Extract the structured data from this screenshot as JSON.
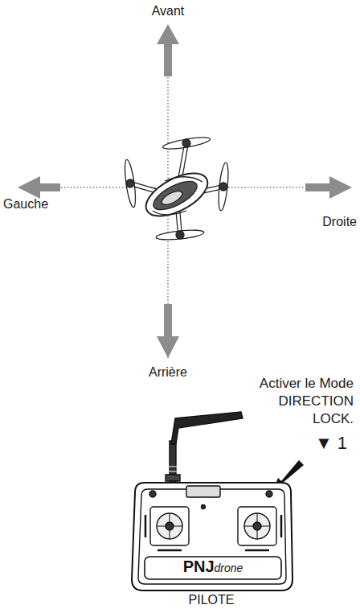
{
  "diagram": {
    "labels": [
      "Avant",
      "Gauche",
      "Droite",
      "Arrière",
      "Activer le Mode DIRECTION LOCK.",
      "▼ 1",
      "PNJ",
      "drone",
      "PILOTE"
    ]
  }
}
